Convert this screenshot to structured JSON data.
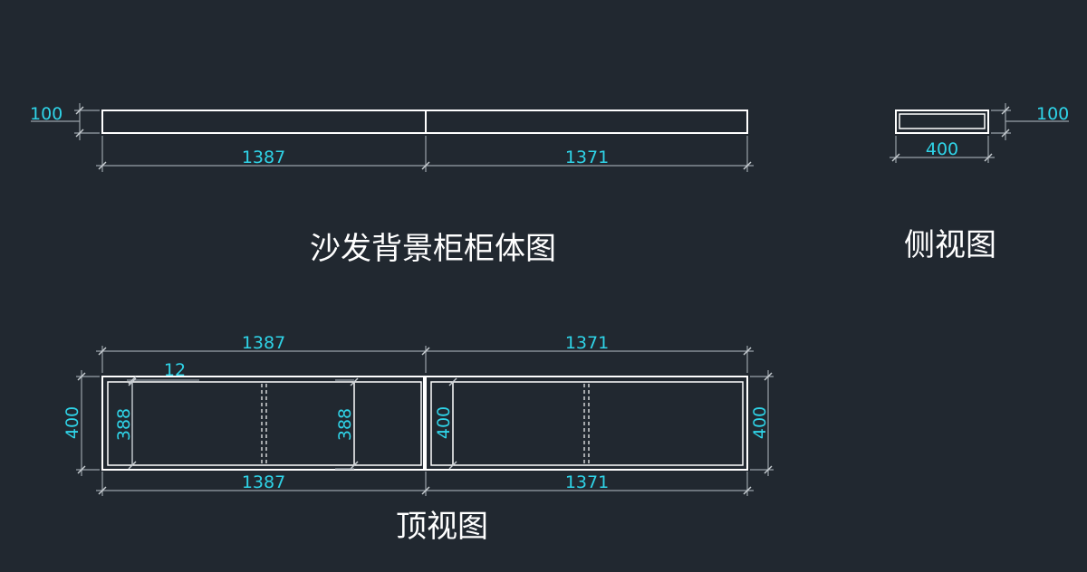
{
  "colors": {
    "background": "#212830",
    "object_lines": "#ffffff",
    "dimension_text": "#2fd4e8",
    "dimension_lines": "#9aa2aa"
  },
  "front_view": {
    "title": "沙发背景柜柜体图",
    "height_dim": "100",
    "left_width_dim": "1387",
    "right_width_dim": "1371"
  },
  "side_view": {
    "title": "侧视图",
    "depth_dim": "400",
    "height_dim": "100"
  },
  "top_view": {
    "title": "顶视图",
    "top_left_dim": "1387",
    "top_right_dim": "1371",
    "bottom_left_dim": "1387",
    "bottom_right_dim": "1371",
    "panel_thickness_dim": "12",
    "left_outer_depth_dim": "400",
    "left_inner_depth_dim_a": "388",
    "left_inner_depth_dim_b": "388",
    "right_inner_depth_dim": "400",
    "right_outer_depth_dim": "400"
  }
}
